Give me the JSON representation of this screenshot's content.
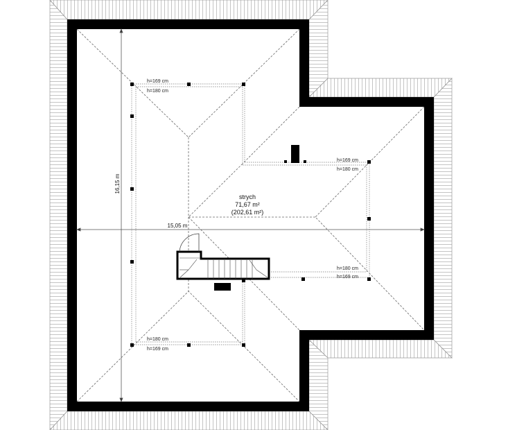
{
  "plan": {
    "room_name": "strych",
    "room_area": "71,67 m²",
    "room_area_total": "(202,61 m²)",
    "dimension_width": "15,05 m",
    "dimension_height": "16,15 m",
    "heights": {
      "top_outer": "h=169 cm",
      "top_inner": "h=180 cm",
      "bottom_inner": "h=180 cm",
      "bottom_outer": "h=169 cm",
      "wing_top_outer": "h=169 cm",
      "wing_top_inner": "h=180 cm",
      "wing_bottom_inner": "h=180 cm",
      "wing_bottom_outer": "h=169 cm"
    }
  }
}
